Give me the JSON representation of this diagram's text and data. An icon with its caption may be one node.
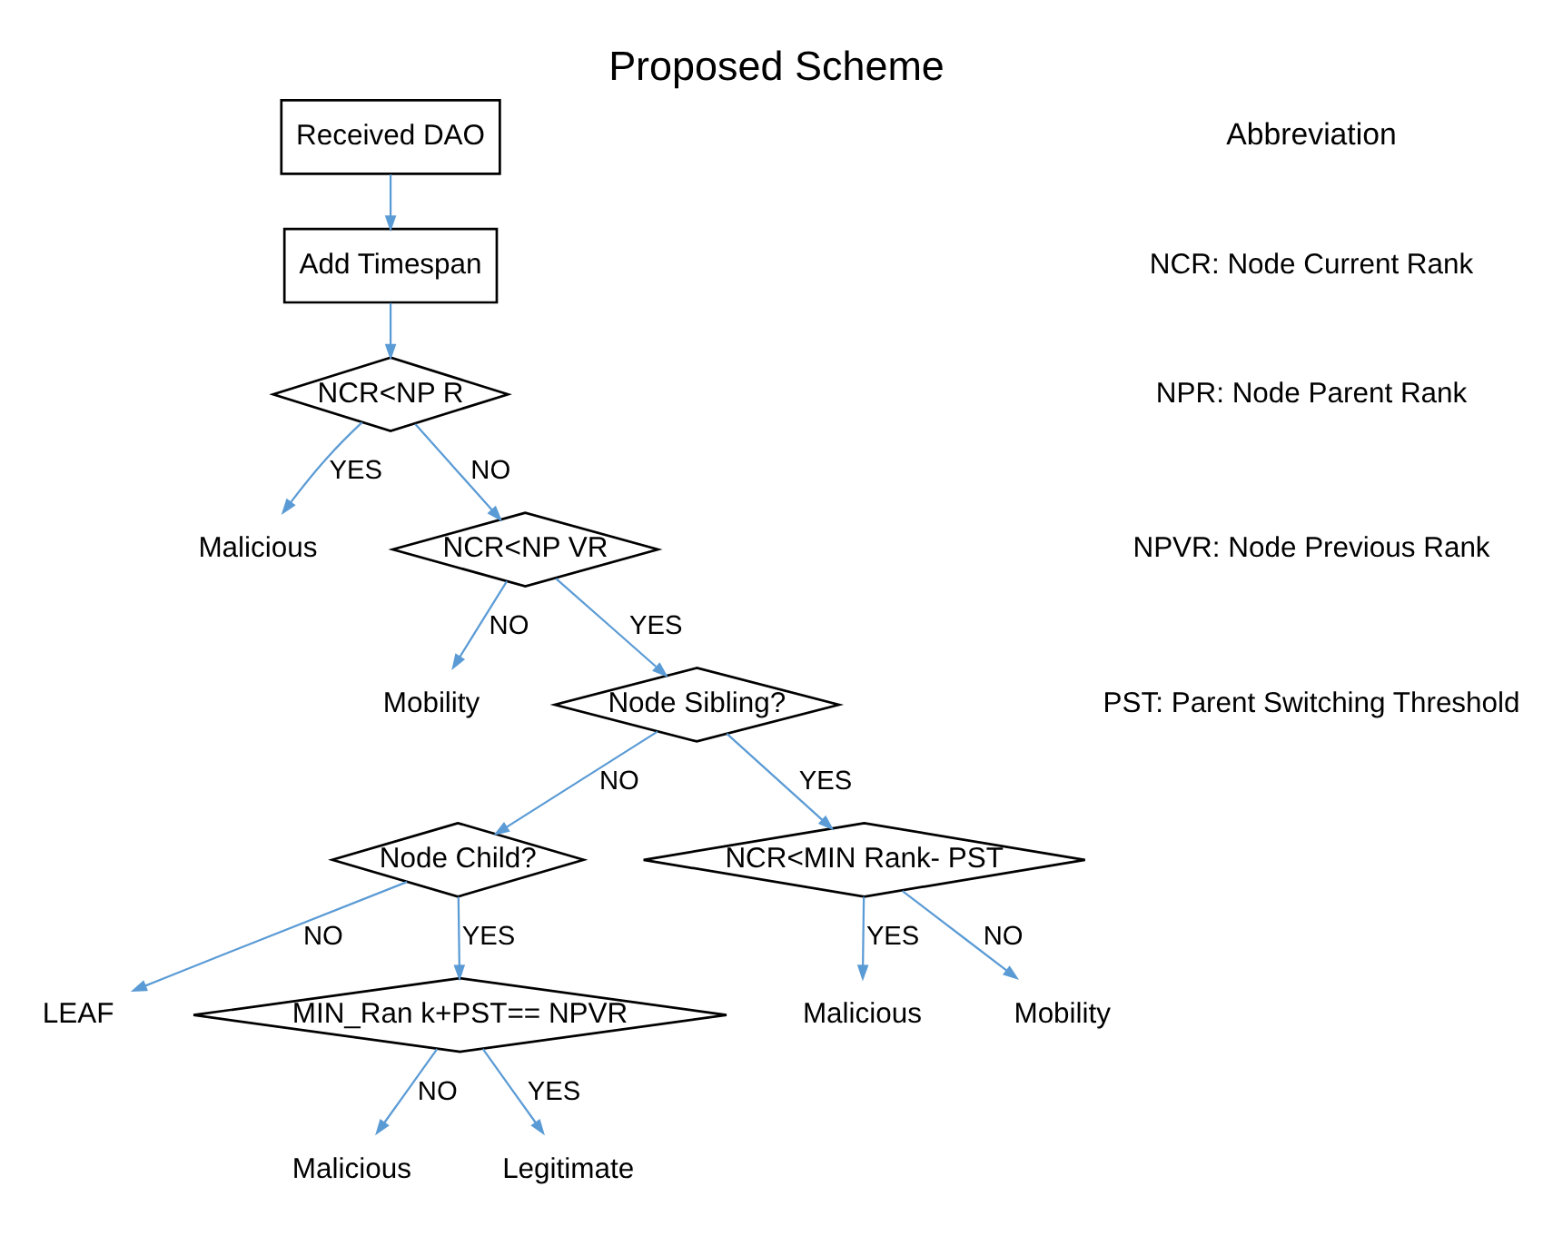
{
  "diagram": {
    "title": "Proposed Scheme",
    "nodes": [
      {
        "text": [
          "Received DAO"
        ]
      },
      {
        "text": [
          "Add Timespan"
        ]
      },
      {
        "text": [
          "NCR<NP R"
        ]
      },
      {
        "text": [
          "Malicious"
        ]
      },
      {
        "text": [
          "NCR<NP VR"
        ]
      },
      {
        "text": [
          "Mobility"
        ]
      },
      {
        "text": [
          "Node Sibling?"
        ]
      },
      {
        "text": [
          "Node Child?"
        ]
      },
      {
        "text": [
          "LEAF"
        ]
      },
      {
        "text": [
          "MIN_Ran k+PST== NPVR"
        ]
      },
      {
        "text": [
          "Malicious"
        ]
      },
      {
        "text": [
          "Legitimate"
        ]
      },
      {
        "text": [
          "NCR<MIN Rank- PST"
        ]
      },
      {
        "text": [
          "Malicious"
        ]
      },
      {
        "text": [
          "Mobility"
        ]
      }
    ],
    "edges": [
      {
        "from": 0,
        "to": 1,
        "arrow": "to"
      },
      {
        "from": 1,
        "to": 2,
        "arrow": "to"
      },
      {
        "from": 2,
        "to": 3,
        "arrow": "to",
        "label": "YES"
      },
      {
        "from": 2,
        "to": 4,
        "arrow": "to",
        "label": "NO"
      },
      {
        "from": 4,
        "to": 5,
        "arrow": "to",
        "label": "NO"
      },
      {
        "from": 4,
        "to": 6,
        "arrow": "to",
        "label": "YES"
      },
      {
        "from": 6,
        "to": 7,
        "arrow": "to",
        "label": "NO"
      },
      {
        "from": 6,
        "to": 12,
        "arrow": "to",
        "label": "YES"
      },
      {
        "from": 7,
        "to": 8,
        "arrow": "to",
        "label": "NO"
      },
      {
        "from": 7,
        "to": 9,
        "arrow": "to",
        "label": "YES"
      },
      {
        "from": 9,
        "to": 10,
        "arrow": "to",
        "label": "NO"
      },
      {
        "from": 9,
        "to": 11,
        "arrow": "to",
        "label": "YES"
      },
      {
        "from": 12,
        "to": 13,
        "arrow": "to",
        "label": "YES"
      },
      {
        "from": 12,
        "to": 14,
        "arrow": "to",
        "label": "NO"
      }
    ],
    "labels": [
      "Abbreviation",
      "NCR: Node Current Rank",
      "NPR: Node Parent Rank",
      "NPVR: Node Previous Rank",
      "PST: Parent Switching Threshold"
    ]
  }
}
